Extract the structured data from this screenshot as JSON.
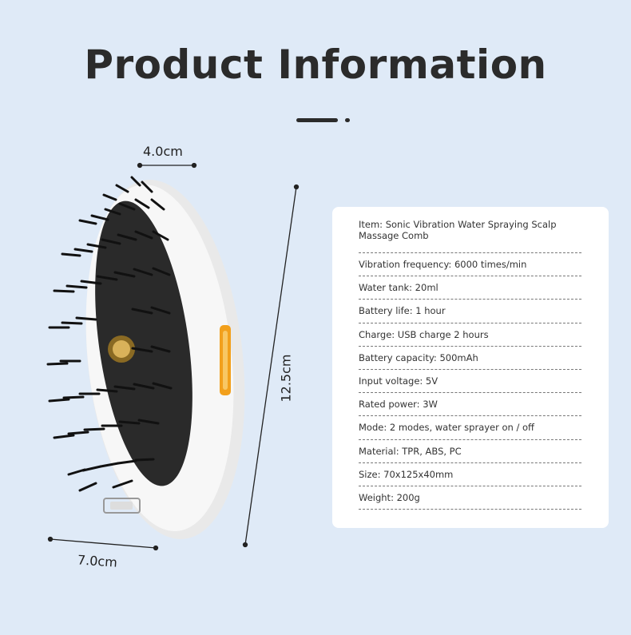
{
  "title": "Product Information",
  "dimensions": {
    "width_label": "4.0cm",
    "length_label": "7.0cm",
    "height_label": "12.5cm"
  },
  "specs": [
    "Item: Sonic Vibration Water Spraying Scalp Massage Comb",
    "Vibration frequency: 6000 times/min",
    "Water tank: 20ml",
    "Battery life: 1 hour",
    "Charge: USB charge 2 hours",
    "Battery capacity: 500mAh",
    "Input voltage: 5V",
    "Rated power: 3W",
    "Mode: 2 modes, water sprayer on / off",
    "Material: TPR, ABS, PC",
    "Size: 70x125x40mm",
    "Weight: 200g"
  ],
  "colors": {
    "background": "#dfeaf7",
    "text": "#2b2b2b",
    "card": "#ffffff",
    "accent": "#f2a01c"
  },
  "icons": [
    "scalp-massage-comb-image"
  ]
}
